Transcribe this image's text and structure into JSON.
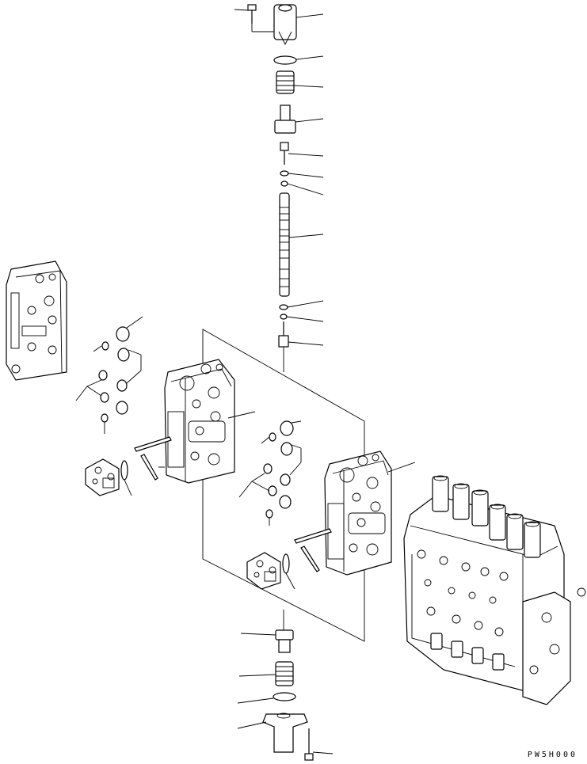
{
  "drawing": {
    "code": "PW5H000",
    "style": "exploded-parts-view",
    "line_color": "#000000",
    "background": "#ffffff"
  },
  "parts": {
    "upper_stack": [
      "cap-bolt",
      "cap",
      "o-ring",
      "spring",
      "retainer",
      "stopper",
      "o-ring-small",
      "backup-ring",
      "spool",
      "o-ring-small-lower",
      "backup-ring-lower",
      "plug"
    ],
    "lower_stack": [
      "retainer",
      "spring",
      "o-ring",
      "cap",
      "bolt"
    ],
    "assemblies": [
      "valve-section-left",
      "valve-section-middle",
      "valve-section-right",
      "flange-block-left",
      "flange-block-middle",
      "complete-control-valve"
    ]
  }
}
